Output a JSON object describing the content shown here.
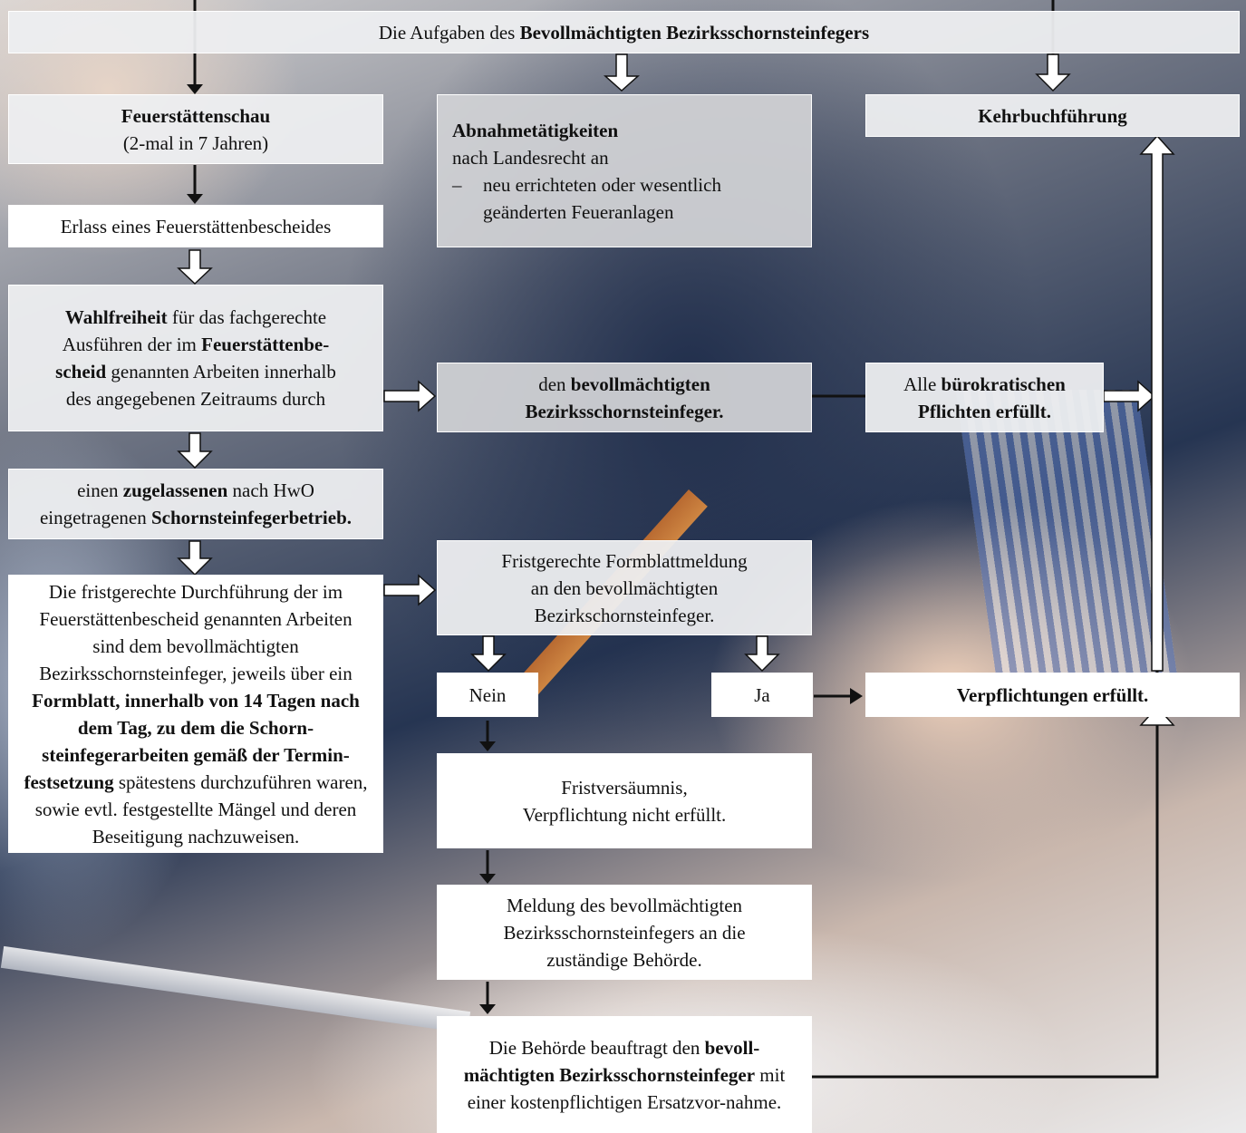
{
  "header": {
    "text_prefix": "Die Aufgaben des ",
    "text_bold": "Bevollmächtigten Bezirksschornsteinfegers"
  },
  "feuerstaettenschau": {
    "title": "Feuerstättenschau",
    "subtitle": "(2-mal in 7 Jahren)"
  },
  "abnahme": {
    "title": "Abnahmetätigkeiten",
    "line2": "nach Landesrecht an",
    "bullet_dash": "–",
    "bullet_line1": "neu errichteten oder wesentlich",
    "bullet_line2": "geänderten Feueranlagen"
  },
  "kehrbuch": {
    "title": "Kehrbuchführung"
  },
  "erlass": {
    "text": "Erlass eines Feuerstättenbescheides"
  },
  "wahlfreiheit": {
    "p1_bold": "Wahlfreiheit",
    "p1_text": " für das fachgerechte Ausführen der im ",
    "p2_bold": "Feuerstättenbe-scheid",
    "p3_text": " genannten Arbeiten innerhalb des angegebenen Zeitraums durch"
  },
  "bevollmaechtigter": {
    "prefix": "den ",
    "bold1": "bevollmächtigten",
    "bold2": "Bezirksschornsteinfeger."
  },
  "buerokratisch": {
    "prefix": "Alle ",
    "bold1": "bürokratischen",
    "bold2": "Pflichten erfüllt."
  },
  "zugelassen": {
    "prefix": "einen ",
    "bold1": "zugelassenen",
    "mid": " nach HwO",
    "line2_prefix": "eingetragenen ",
    "bold2": "Schornsteinfegerbetrieb."
  },
  "formblatt_meldung": {
    "line1": "Fristgerechte Formblattmeldung",
    "line2": "an den bevollmächtigten",
    "line3": "Bezirkschornsteinfeger."
  },
  "durchfuehrung": {
    "t1": "Die fristgerechte Durchführung der im Feuerstättenbescheid genannten Arbeiten sind dem bevollmächtigten Bezirksschornsteinfeger, jeweils über ein ",
    "b1": "Formblatt, innerhalb von 14 Tagen nach dem Tag, zu dem die Schorn-steinfegerarbeiten gemäß der Termin-festsetzung",
    "t2": " spätestens durchzuführen waren, sowie evtl. festgestellte Mängel und deren Beseitigung nachzuweisen."
  },
  "nein": {
    "text": "Nein"
  },
  "ja": {
    "text": "Ja"
  },
  "verpflichtungen": {
    "text": "Verpflichtungen erfüllt."
  },
  "fristversaeumnis": {
    "line1": "Fristversäumnis,",
    "line2": "Verpflichtung nicht erfüllt."
  },
  "meldung_behoerde": {
    "line1": "Meldung des bevollmächtigten",
    "line2": "Bezirksschornsteinfegers an die",
    "line3": "zuständige Behörde."
  },
  "behoerde_beauftragt": {
    "t1": "Die Behörde beauftragt den ",
    "b1": "bevoll-mächtigten Bezirksschornsteinfeger",
    "t2": " mit einer kostenpflichtigen Ersatzvor-nahme."
  }
}
